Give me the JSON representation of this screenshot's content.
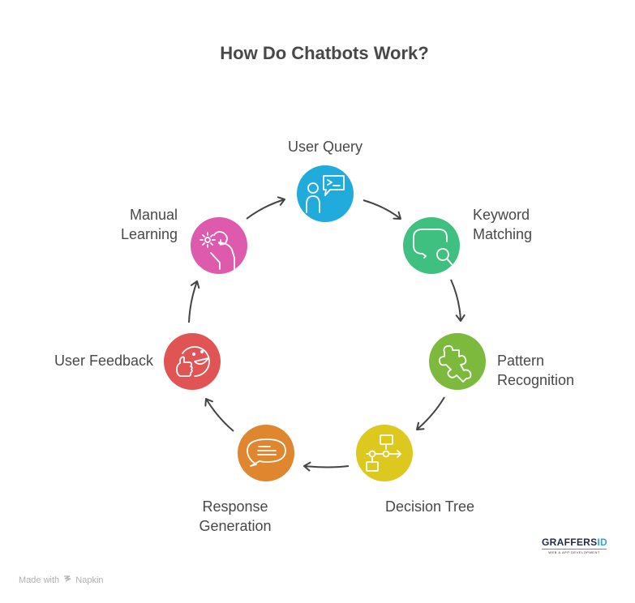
{
  "title": "How Do Chatbots Work?",
  "steps": [
    {
      "label_lines": [
        "User Query"
      ],
      "icon": "user-chat-icon",
      "color": "#21ABDC"
    },
    {
      "label_lines": [
        "Keyword",
        "Matching"
      ],
      "icon": "chat-search-icon",
      "color": "#3FC080"
    },
    {
      "label_lines": [
        "Pattern",
        "Recognition"
      ],
      "icon": "puzzle-icon",
      "color": "#7DB93C"
    },
    {
      "label_lines": [
        "Decision Tree"
      ],
      "icon": "flowchart-icon",
      "color": "#DCC81E"
    },
    {
      "label_lines": [
        "Response",
        "Generation"
      ],
      "icon": "speech-bubble-icon",
      "color": "#E0862F"
    },
    {
      "label_lines": [
        "User Feedback"
      ],
      "icon": "smiley-thumbs-up-icon",
      "color": "#E05454"
    },
    {
      "label_lines": [
        "Manual",
        "Learning"
      ],
      "icon": "hand-gear-icon",
      "color": "#DD5AAD"
    }
  ],
  "footer": {
    "made_with": "Made with",
    "app_name": "Napkin"
  },
  "brand": {
    "name_prefix": "GRAFFERS",
    "name_accent": "ID",
    "tagline": "WEB & APP DEVELOPMENT"
  }
}
